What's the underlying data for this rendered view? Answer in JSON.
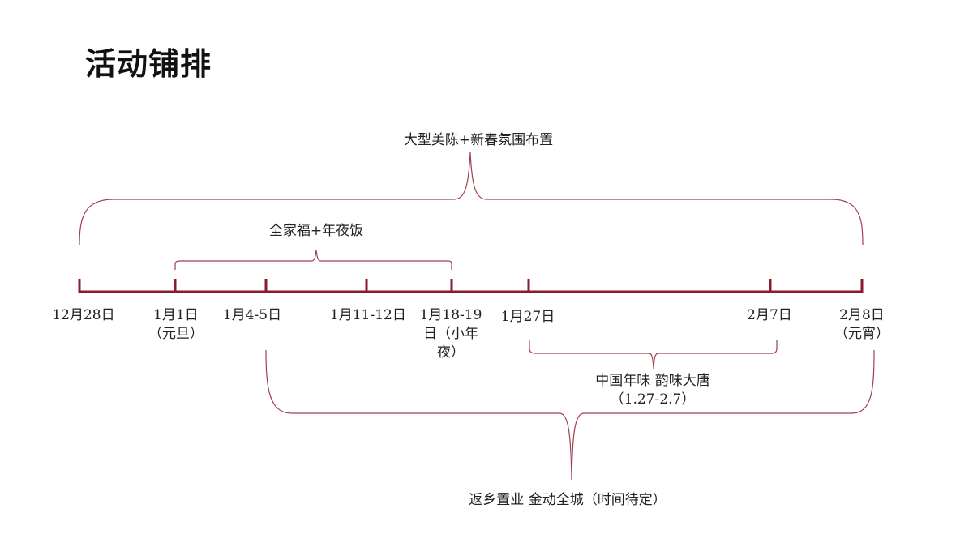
{
  "title": "活动铺排",
  "colors": {
    "accent": "#8b1a2b",
    "text": "#222222"
  },
  "ticks": [
    {
      "label": "12月28日",
      "sub": ""
    },
    {
      "label": "1月1日",
      "sub": "（元旦）"
    },
    {
      "label": "1月4-5日",
      "sub": ""
    },
    {
      "label": "1月11-12日",
      "sub": ""
    },
    {
      "label": "1月18-19日（小年夜）",
      "sub": ""
    },
    {
      "label": "1月27日",
      "sub": ""
    },
    {
      "label": "2月7日",
      "sub": ""
    },
    {
      "label": "2月8日",
      "sub": "（元宵）"
    }
  ],
  "events": {
    "decoration": "大型美陈+新春氛围布置",
    "family_dinner": "全家福+年夜饭",
    "chinese_flavor": "中国年味 韵味大唐",
    "chinese_flavor_dates": "（1.27-2.7）",
    "hometown": "返乡置业 金动全城（时间待定）"
  }
}
